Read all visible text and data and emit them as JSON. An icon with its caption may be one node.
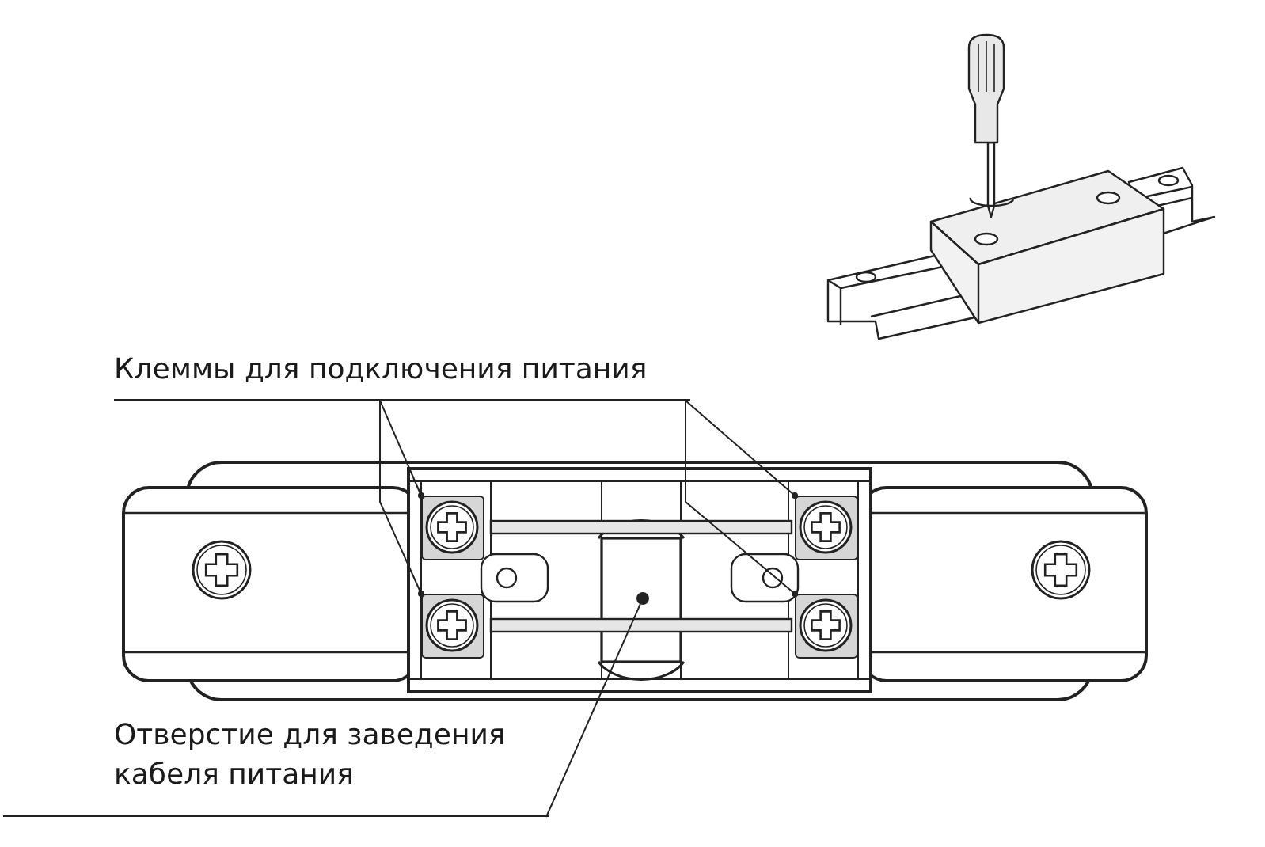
{
  "diagram": {
    "nodes": [
      {
        "text": [
          "Клеммы для подключения питания"
        ]
      },
      {
        "text": [],
        "shape": "box"
      },
      {
        "text": [],
        "shape": "box"
      },
      {
        "text": [],
        "shape": "box"
      },
      {
        "text": [],
        "shape": "box"
      },
      {
        "text": [
          "Отверстие для заведения кабеля питания"
        ]
      },
      {
        "text": [],
        "shape": "circle"
      }
    ],
    "edges": [
      {
        "from": 0,
        "to": 1,
        "arrow": "other"
      },
      {
        "from": 0,
        "to": 2,
        "arrow": "other"
      },
      {
        "from": 0,
        "to": 3,
        "arrow": "other"
      },
      {
        "from": 0,
        "to": 4,
        "arrow": "other"
      },
      {
        "from": 5,
        "to": 6,
        "arrow": "none"
      }
    ]
  }
}
